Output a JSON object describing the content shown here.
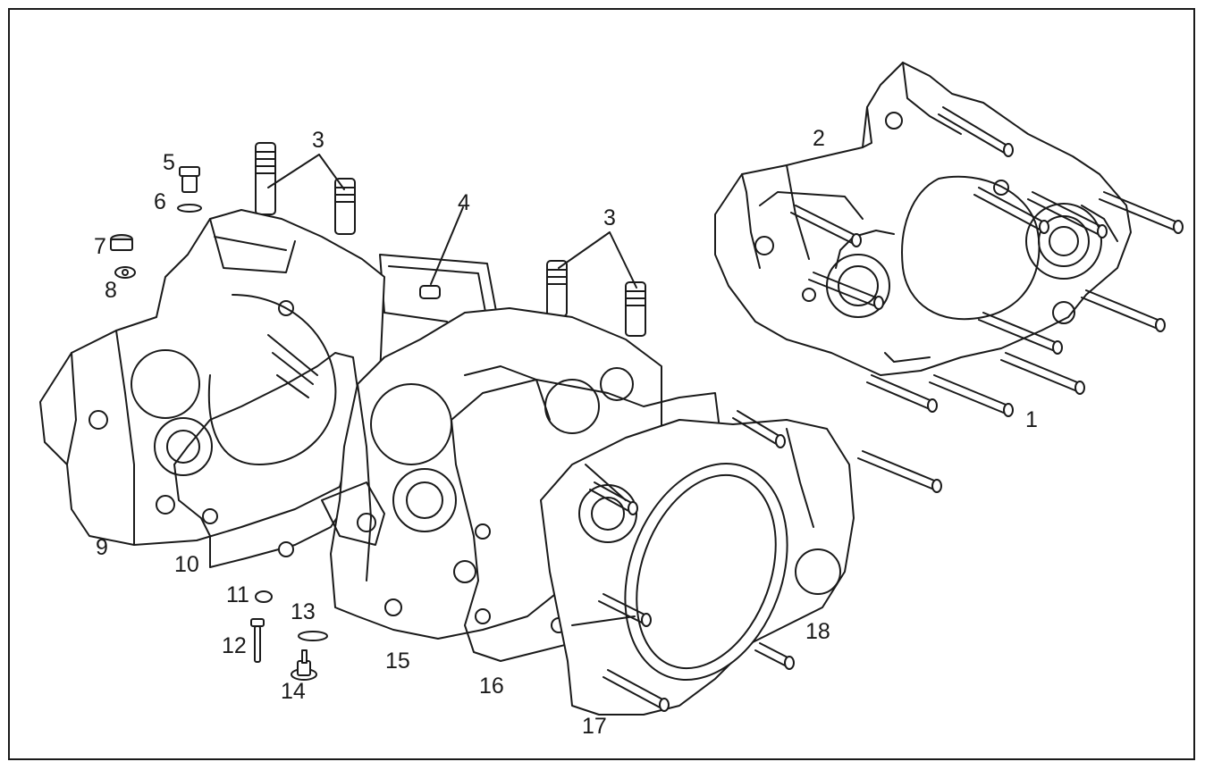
{
  "diagram": {
    "labels": [
      {
        "id": "1",
        "text": "1"
      },
      {
        "id": "2",
        "text": "2"
      },
      {
        "id": "3a",
        "text": "3"
      },
      {
        "id": "3b",
        "text": "3"
      },
      {
        "id": "4",
        "text": "4"
      },
      {
        "id": "5",
        "text": "5"
      },
      {
        "id": "6",
        "text": "6"
      },
      {
        "id": "7",
        "text": "7"
      },
      {
        "id": "8",
        "text": "8"
      },
      {
        "id": "9",
        "text": "9"
      },
      {
        "id": "10",
        "text": "10"
      },
      {
        "id": "11",
        "text": "11"
      },
      {
        "id": "12",
        "text": "12"
      },
      {
        "id": "13",
        "text": "13"
      },
      {
        "id": "14",
        "text": "14"
      },
      {
        "id": "15",
        "text": "15"
      },
      {
        "id": "16",
        "text": "16"
      },
      {
        "id": "17",
        "text": "17"
      },
      {
        "id": "18",
        "text": "18"
      }
    ]
  },
  "colors": {
    "line": "#1a1a1a",
    "fill": "#ffffff",
    "shade": "#d9d9d9",
    "background": "#ffffff"
  }
}
